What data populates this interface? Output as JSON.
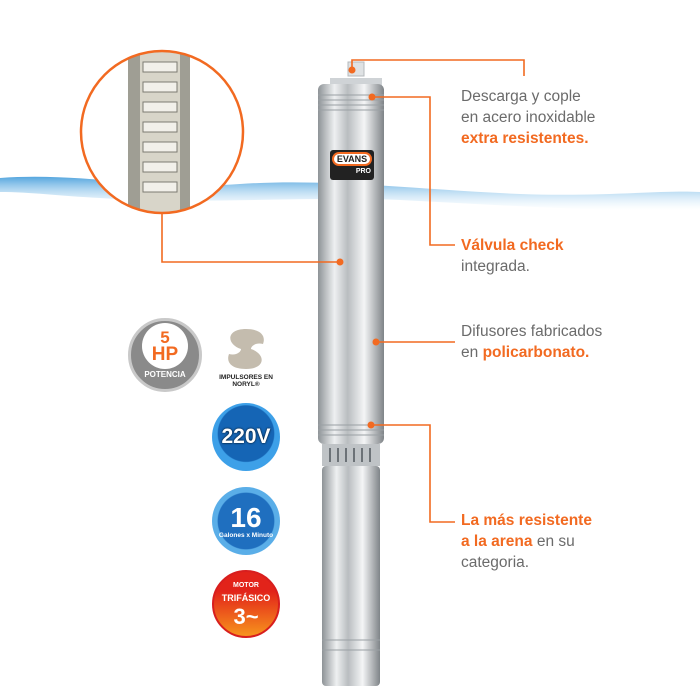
{
  "brand": {
    "logo": "EVANS",
    "sub": "PRO"
  },
  "callouts": [
    {
      "line1": "Descarga y cople",
      "line2": "en acero inoxidable",
      "bold": "extra resistentes."
    },
    {
      "bold": "Válvula check",
      "line2": "integrada."
    },
    {
      "line1": "Difusores fabricados",
      "pre": "en ",
      "bold": "policarbonato."
    },
    {
      "bold1": "La más resistente",
      "bold2": "a la arena",
      "rest2": " en su",
      "line3": "categoria."
    }
  ],
  "badges": {
    "power": {
      "value": "5",
      "unit": "HP",
      "label": "POTENCIA"
    },
    "impellers": {
      "label": "IMPULSORES EN NORYL®"
    },
    "voltage": {
      "value": "220V"
    },
    "flow": {
      "value": "16",
      "label": "Galones x Minuto"
    },
    "motor": {
      "top": "MOTOR",
      "mid": "TRIFÁSICO",
      "value": "3~"
    }
  },
  "colors": {
    "accent": "#f26a21",
    "blue": "#1f7cc8",
    "red": "#e2231a",
    "gray": "#8a8a8a"
  }
}
